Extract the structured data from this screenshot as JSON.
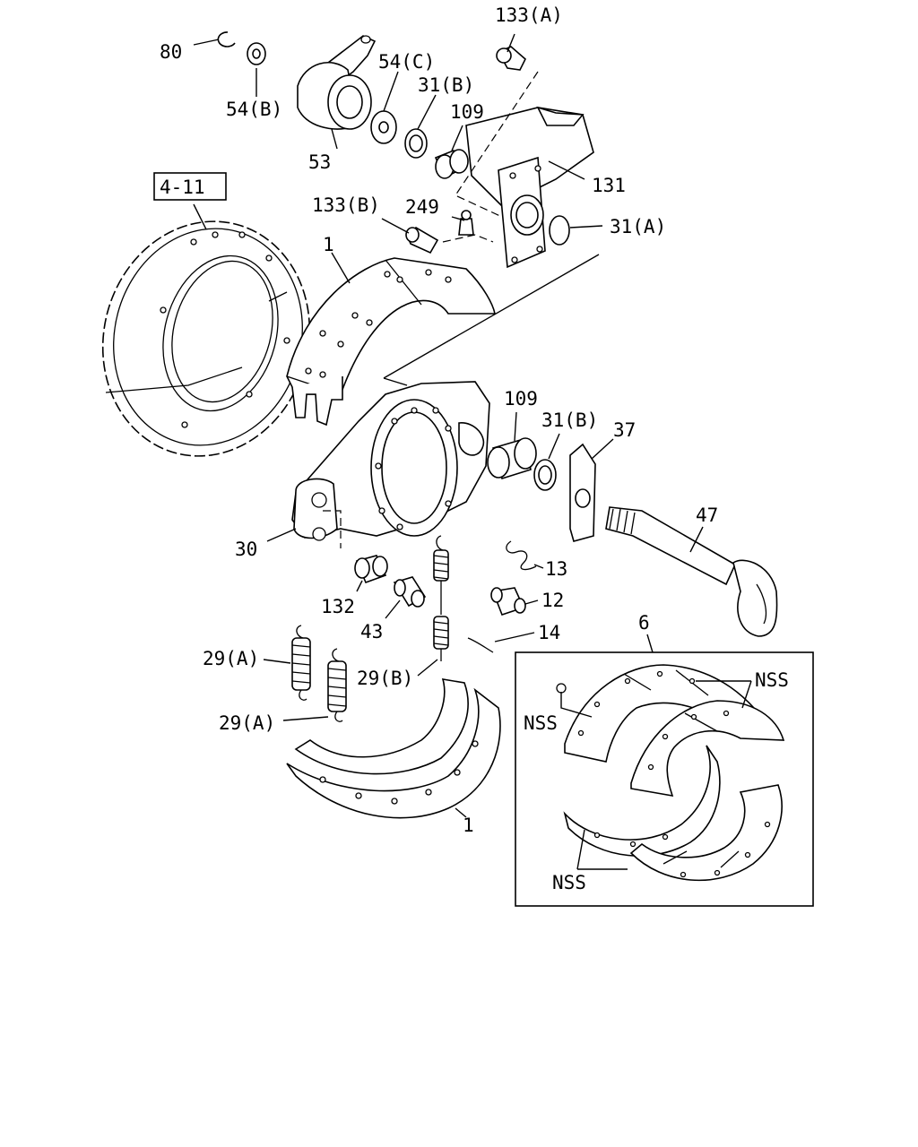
{
  "labels": {
    "p80": "80",
    "p54b": "54(B)",
    "p53": "53",
    "p54c": "54(C)",
    "p31b_top": "31(B)",
    "p109_top": "109",
    "p133a": "133(A)",
    "p131": "131",
    "p31a": "31(A)",
    "p133b": "133(B)",
    "p249": "249",
    "ref411": "4-11",
    "p1_top": "1",
    "p109_mid": "109",
    "p31b_mid": "31(B)",
    "p37": "37",
    "p30": "30",
    "p47": "47",
    "p13": "13",
    "p132": "132",
    "p12": "12",
    "p43": "43",
    "p14": "14",
    "p29a_1": "29(A)",
    "p29b": "29(B)",
    "p29a_2": "29(A)",
    "p6": "6",
    "p1_bottom": "1",
    "nss_1": "NSS",
    "nss_2": "NSS",
    "nss_3": "NSS"
  }
}
